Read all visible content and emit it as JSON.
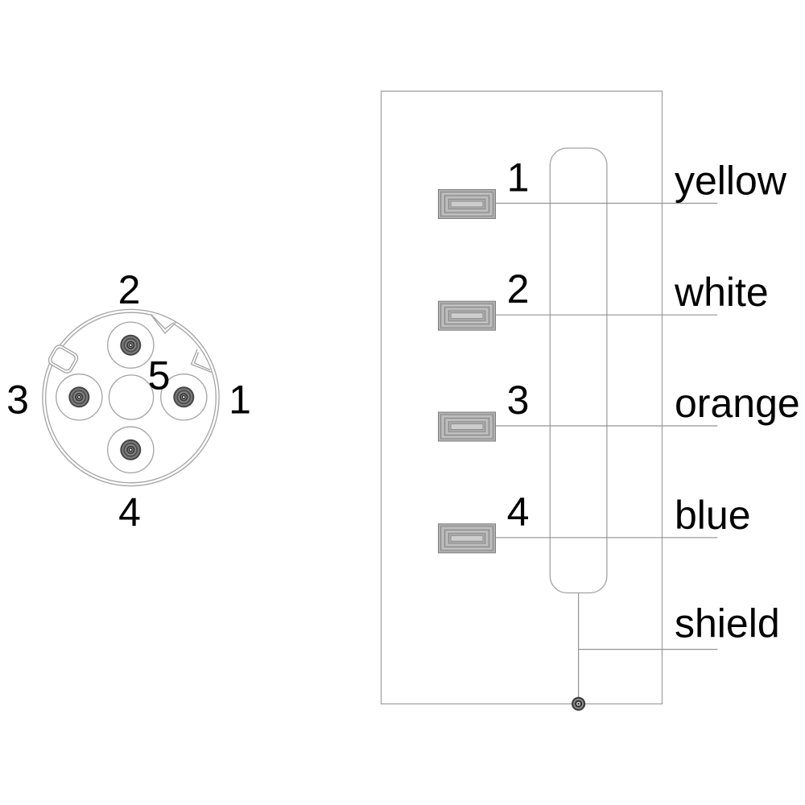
{
  "diagram": {
    "connector_face": {
      "pin_top": "2",
      "pin_left": "3",
      "pin_right": "1",
      "pin_bottom": "4",
      "pin_center": "5"
    },
    "wiring": {
      "rows": [
        {
          "pin": "1",
          "wire_color": "yellow"
        },
        {
          "pin": "2",
          "wire_color": "white"
        },
        {
          "pin": "3",
          "wire_color": "orange"
        },
        {
          "pin": "4",
          "wire_color": "blue"
        }
      ],
      "shield_label": "shield"
    },
    "colors": {
      "outline_gray": "#a3a3a3",
      "wire_gray": "#949494",
      "terminal_gray": "#b1b1b1",
      "label_black": "#000000"
    }
  }
}
